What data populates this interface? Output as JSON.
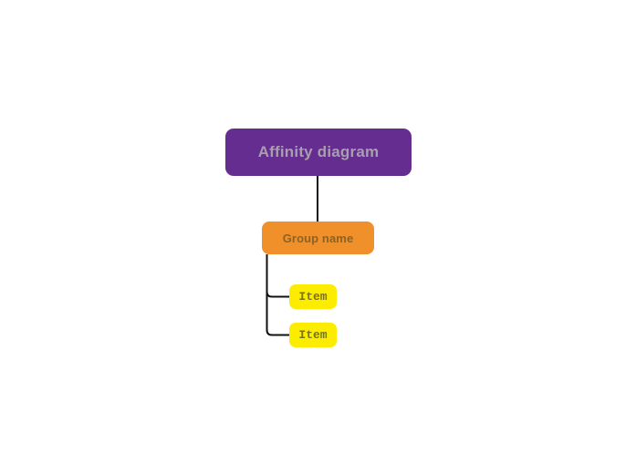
{
  "diagram": {
    "title": "Affinity diagram",
    "background_color": "#ffffff",
    "edge_color": "#111111",
    "nodes": {
      "root": {
        "label": "Affinity diagram",
        "fill": "#662d91",
        "text_color": "#a79fae"
      },
      "group": {
        "label": "Group name",
        "fill": "#f0902a",
        "text_color": "#8a6326"
      },
      "items": [
        {
          "label": "Item",
          "fill": "#fcec00",
          "text_color": "#79741a"
        },
        {
          "label": "Item",
          "fill": "#fcec00",
          "text_color": "#79741a"
        }
      ]
    }
  }
}
